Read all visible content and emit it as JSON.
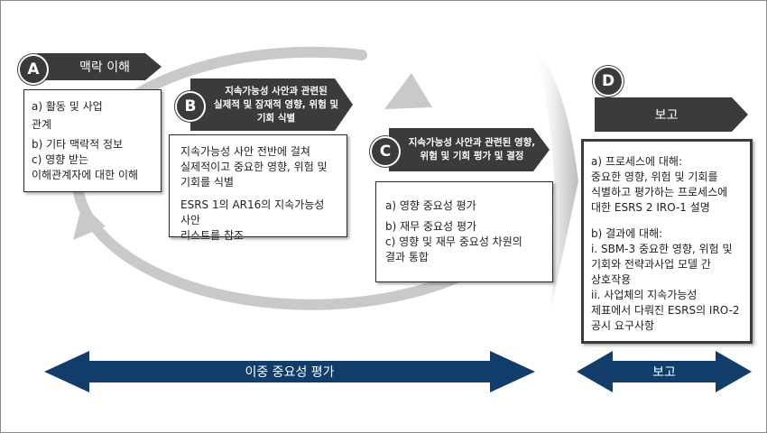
{
  "colors": {
    "dark": "#3b3b3b",
    "navy": "#123d6b",
    "cycle": "#c9c9c9"
  },
  "step_a": {
    "letter": "A",
    "title": "맥락 이해",
    "lines": [
      "a) 활동 및 사업",
      "관계",
      "b) 기타 맥락적 정보",
      "c) 영향 받는",
      "이해관계자에 대한 이해"
    ]
  },
  "step_b": {
    "letter": "B",
    "title_lines": [
      "지속가능성 사안과 관련된",
      "실제적 및 잠재적 영향, 위험 및",
      "기회 식별"
    ],
    "lines": [
      "지속가능성 사안 전반에 걸쳐",
      "실제적이고 중요한 영향, 위험 및",
      "기회를 식별",
      "",
      "ESRS 1의 AR16의 지속가능성 사안",
      "리스트를 참조"
    ]
  },
  "step_c": {
    "letter": "C",
    "title_lines": [
      "지속가능성 사안과 관련된 영향,",
      "위험 및 기회 평가 및 결정"
    ],
    "lines": [
      "a) 영향 중요성 평가",
      "b) 재무 중요성 평가",
      "c) 영향 및 재무 중요성 차원의",
      "결과 통합"
    ]
  },
  "step_d": {
    "letter": "D",
    "title": "보고",
    "lines": [
      "a)    프로세스에 대해:",
      "중요한 영향, 위험 및 기회를",
      "식별하고 평가하는 프로세스에",
      "대한 ESRS 2 IRO-1 설명",
      "",
      "b) 결과에 대해:",
      " i. SBM-3 중요한 영향, 위험 및",
      "기회와 전략과사업 모델 간",
      "상호작용",
      "ii. 사업체의 지속가능성",
      "제표에서 다뤄진 ESRS의 IRO-2",
      "공시 요구사항"
    ]
  },
  "bottom_bars": {
    "left_label": "이중 중요성 평가",
    "right_label": "보고"
  }
}
